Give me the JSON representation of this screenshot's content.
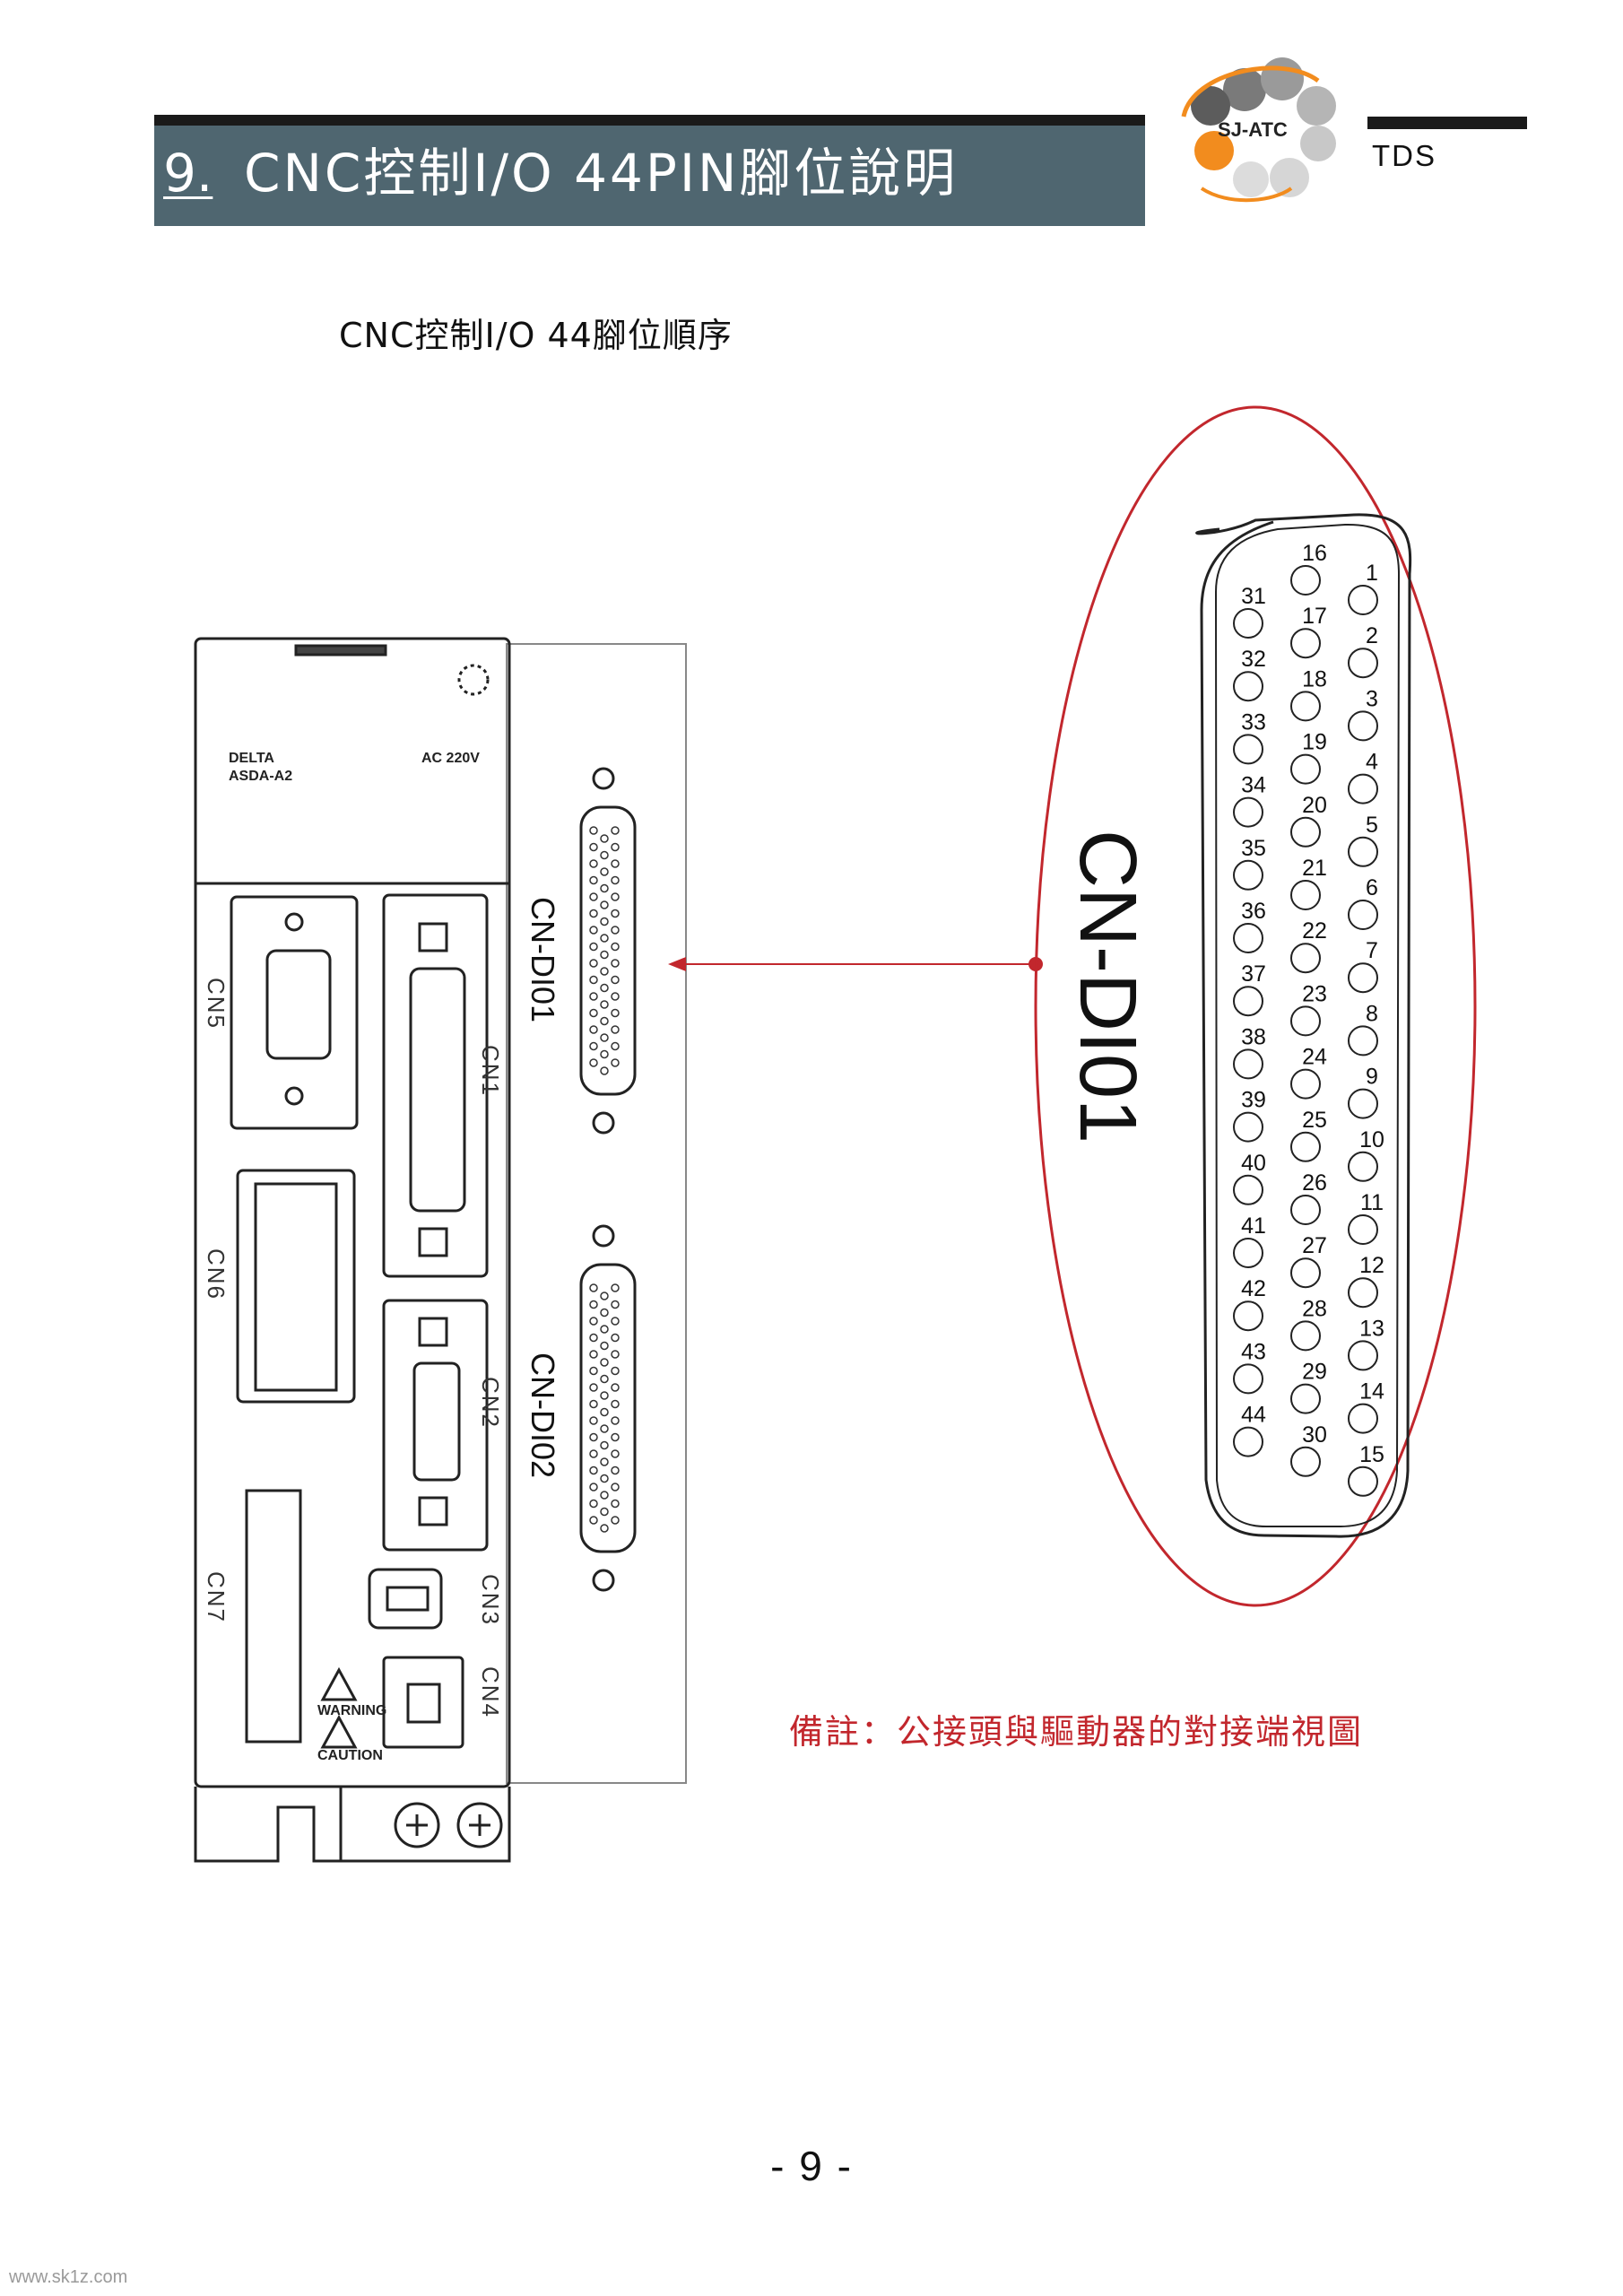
{
  "header": {
    "section_number": "9.",
    "title": "CNC控制I/O 44PIN腳位說明",
    "logo_text": "SJ-ATC",
    "doc_tag": "TDS"
  },
  "subtitle": "CNC控制I/O 44腳位順序",
  "drive": {
    "brand": "DELTA",
    "model": "ASDA-A2",
    "voltage": "AC 220V",
    "ports": {
      "cn1": "CN1",
      "cn2": "CN2",
      "cn3": "CN3",
      "cn4": "CN4",
      "cn5": "CN5",
      "cn6": "CN6",
      "cn7": "CN7"
    },
    "warning": "WARNING",
    "caution": "CAUTION",
    "adapter_1": "CN-DI01",
    "adapter_2": "CN-DI02"
  },
  "connector": {
    "label": "CN-DI01",
    "row_outer_right": [
      "1",
      "2",
      "3",
      "4",
      "5",
      "6",
      "7",
      "8",
      "9",
      "10",
      "11",
      "12",
      "13",
      "14",
      "15"
    ],
    "row_middle": [
      "16",
      "17",
      "18",
      "19",
      "20",
      "21",
      "22",
      "23",
      "24",
      "25",
      "26",
      "27",
      "28",
      "29",
      "30"
    ],
    "row_outer_left": [
      "31",
      "32",
      "33",
      "34",
      "35",
      "36",
      "37",
      "38",
      "39",
      "40",
      "41",
      "42",
      "43",
      "44"
    ]
  },
  "note": "備註：公接頭與驅動器的對接端視圖",
  "page_number": "- 9 -",
  "watermark": "www.sk1z.com",
  "colors": {
    "title_band": "#4f6670",
    "highlight_red": "#c2272d",
    "logo_orange": "#f28c1e"
  }
}
